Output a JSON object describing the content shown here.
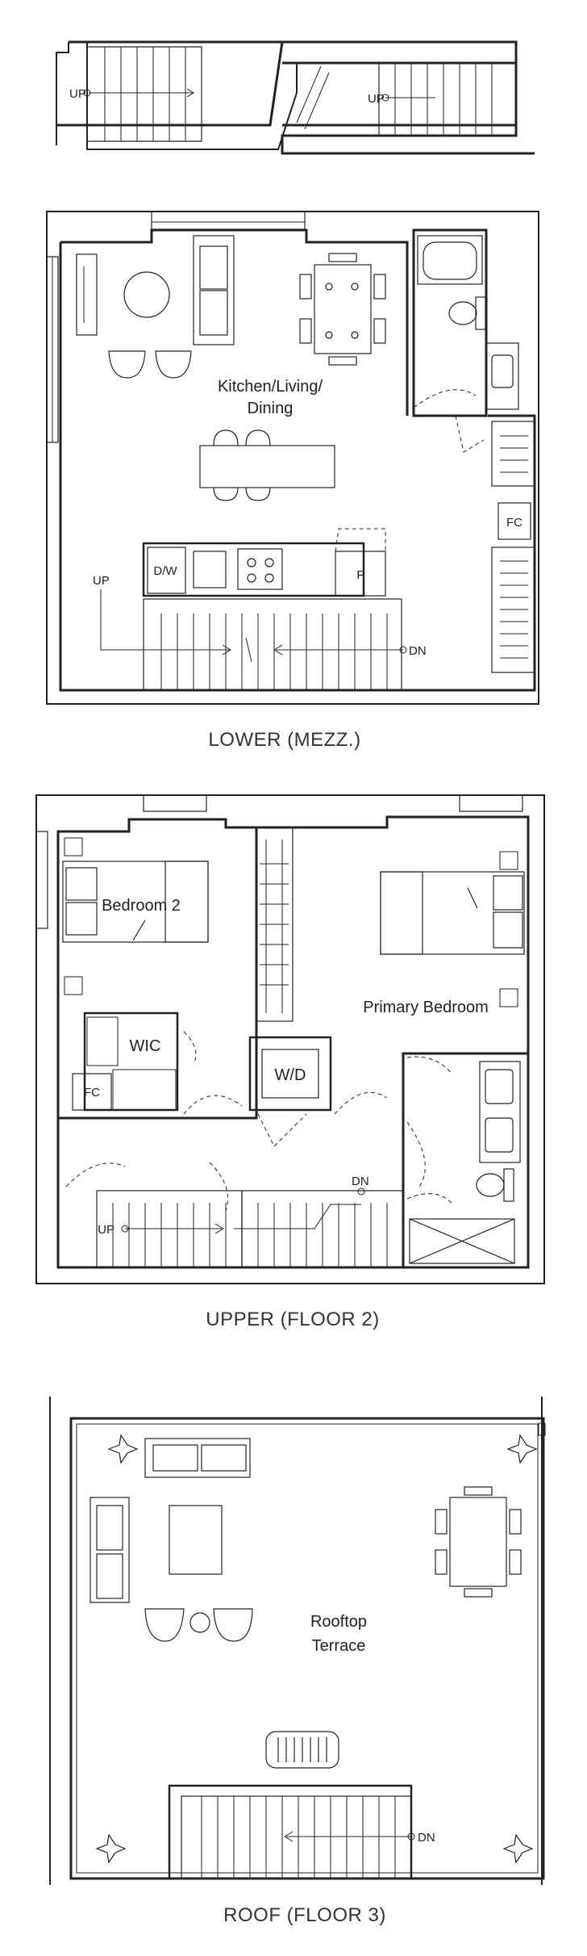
{
  "stairwell": {
    "up_left": "UP",
    "up_right": "UP"
  },
  "lower": {
    "title": "LOWER (MEZZ.)",
    "room": [
      "Kitchen/Living/",
      "Dining"
    ],
    "dw": "D/W",
    "f": "F",
    "fc": "FC",
    "up": "UP",
    "dn": "DN"
  },
  "upper": {
    "title": "UPPER (FLOOR 2)",
    "bedroom2": "Bedroom 2",
    "primary": "Primary Bedroom",
    "wic": "WIC",
    "fc": "FC",
    "wd": "W/D",
    "up": "UP",
    "dn": "DN"
  },
  "roof": {
    "title": "ROOF (FLOOR 3)",
    "room": [
      "Rooftop",
      "Terrace"
    ],
    "dn": "DN"
  }
}
